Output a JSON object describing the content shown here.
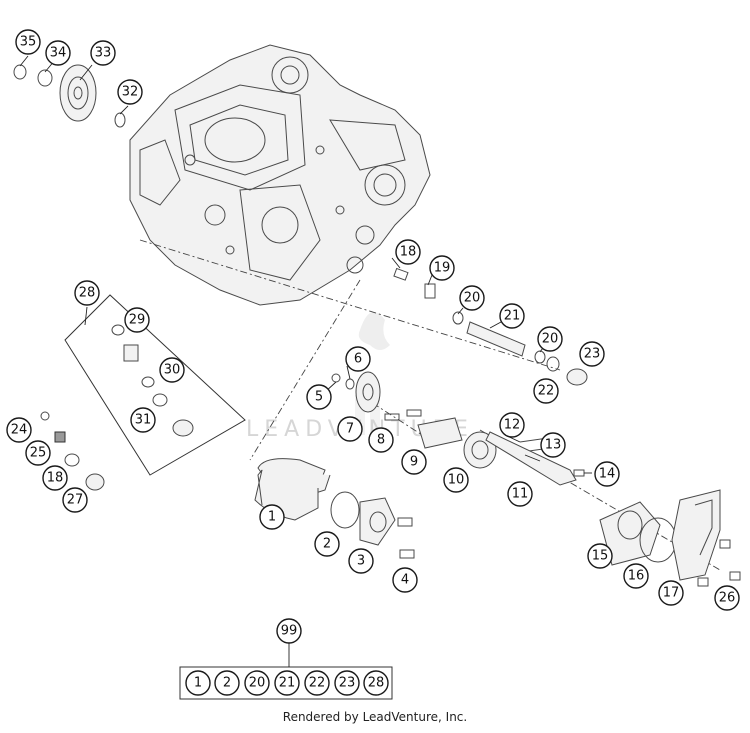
{
  "diagram": {
    "watermark": "LEADVENTURE",
    "footer": "Rendered by LeadVenture, Inc.",
    "callouts": {
      "c35": "35",
      "c34": "34",
      "c33": "33",
      "c32": "32",
      "c28": "28",
      "c29": "29",
      "c30": "30",
      "c31": "31",
      "c24": "24",
      "c25": "25",
      "c18a": "18",
      "c27": "27",
      "c18b": "18",
      "c19": "19",
      "c20a": "20",
      "c21": "21",
      "c20b": "20",
      "c22": "22",
      "c23": "23",
      "c6": "6",
      "c5": "5",
      "c7": "7",
      "c8": "8",
      "c9": "9",
      "c10": "10",
      "c12": "12",
      "c13": "13",
      "c14": "14",
      "c11": "11",
      "c1": "1",
      "c2": "2",
      "c3": "3",
      "c4": "4",
      "c15": "15",
      "c16": "16",
      "c17": "17",
      "c26": "26",
      "c99": "99"
    },
    "kit_items": [
      "1",
      "2",
      "20",
      "21",
      "22",
      "23",
      "28"
    ]
  }
}
